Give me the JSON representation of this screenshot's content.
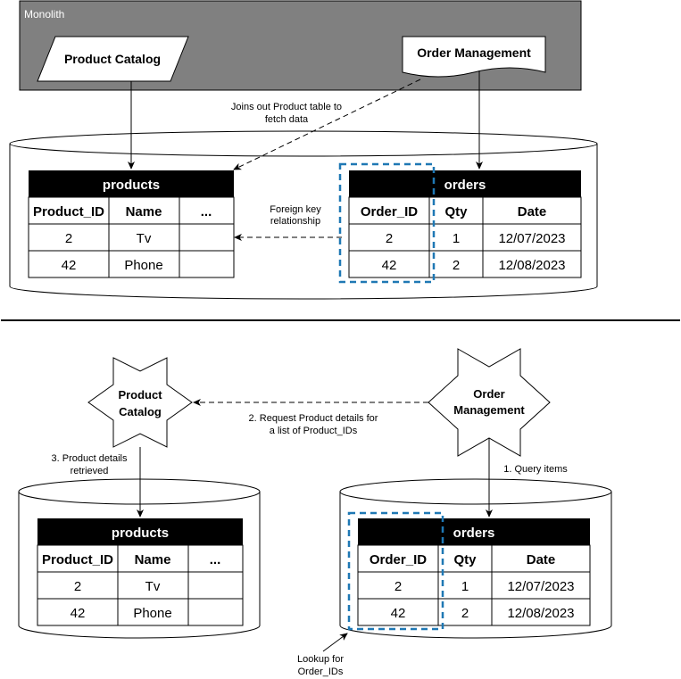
{
  "monolith": {
    "title": "Monolith",
    "product_catalog": "Product Catalog",
    "order_management": "Order Management",
    "join_note": [
      "Joins out Product table to",
      "fetch data"
    ],
    "fk_note": [
      "Foreign key",
      "relationship"
    ],
    "products": {
      "title": "products",
      "headers": [
        "Product_ID",
        "Name",
        "..."
      ],
      "rows": [
        [
          "2",
          "Tv",
          ""
        ],
        [
          "42",
          "Phone",
          ""
        ]
      ]
    },
    "orders": {
      "title": "orders",
      "headers": [
        "Order_ID",
        "Qty",
        "Date"
      ],
      "rows": [
        [
          "2",
          "1",
          "12/07/2023"
        ],
        [
          "42",
          "2",
          "12/08/2023"
        ]
      ]
    }
  },
  "microservices": {
    "product_catalog": [
      "Product",
      "Catalog"
    ],
    "order_management": [
      "Order",
      "Management"
    ],
    "request_note": [
      "2. Request Product details for",
      "a list of Product_IDs"
    ],
    "retrieved_note": [
      "3. Product details",
      "retrieved"
    ],
    "query_note": "1. Query items",
    "lookup_note": [
      "Lookup for",
      "Order_IDs"
    ],
    "products": {
      "title": "products",
      "headers": [
        "Product_ID",
        "Name",
        "..."
      ],
      "rows": [
        [
          "2",
          "Tv",
          ""
        ],
        [
          "42",
          "Phone",
          ""
        ]
      ]
    },
    "orders": {
      "title": "orders",
      "headers": [
        "Order_ID",
        "Qty",
        "Date"
      ],
      "rows": [
        [
          "2",
          "1",
          "12/07/2023"
        ],
        [
          "42",
          "2",
          "12/08/2023"
        ]
      ]
    }
  },
  "colors": {
    "monolith_fill": "#808080",
    "monolith_text": "#ffffff",
    "highlight_dash": "#1f78b4",
    "header_fill": "#000000"
  }
}
